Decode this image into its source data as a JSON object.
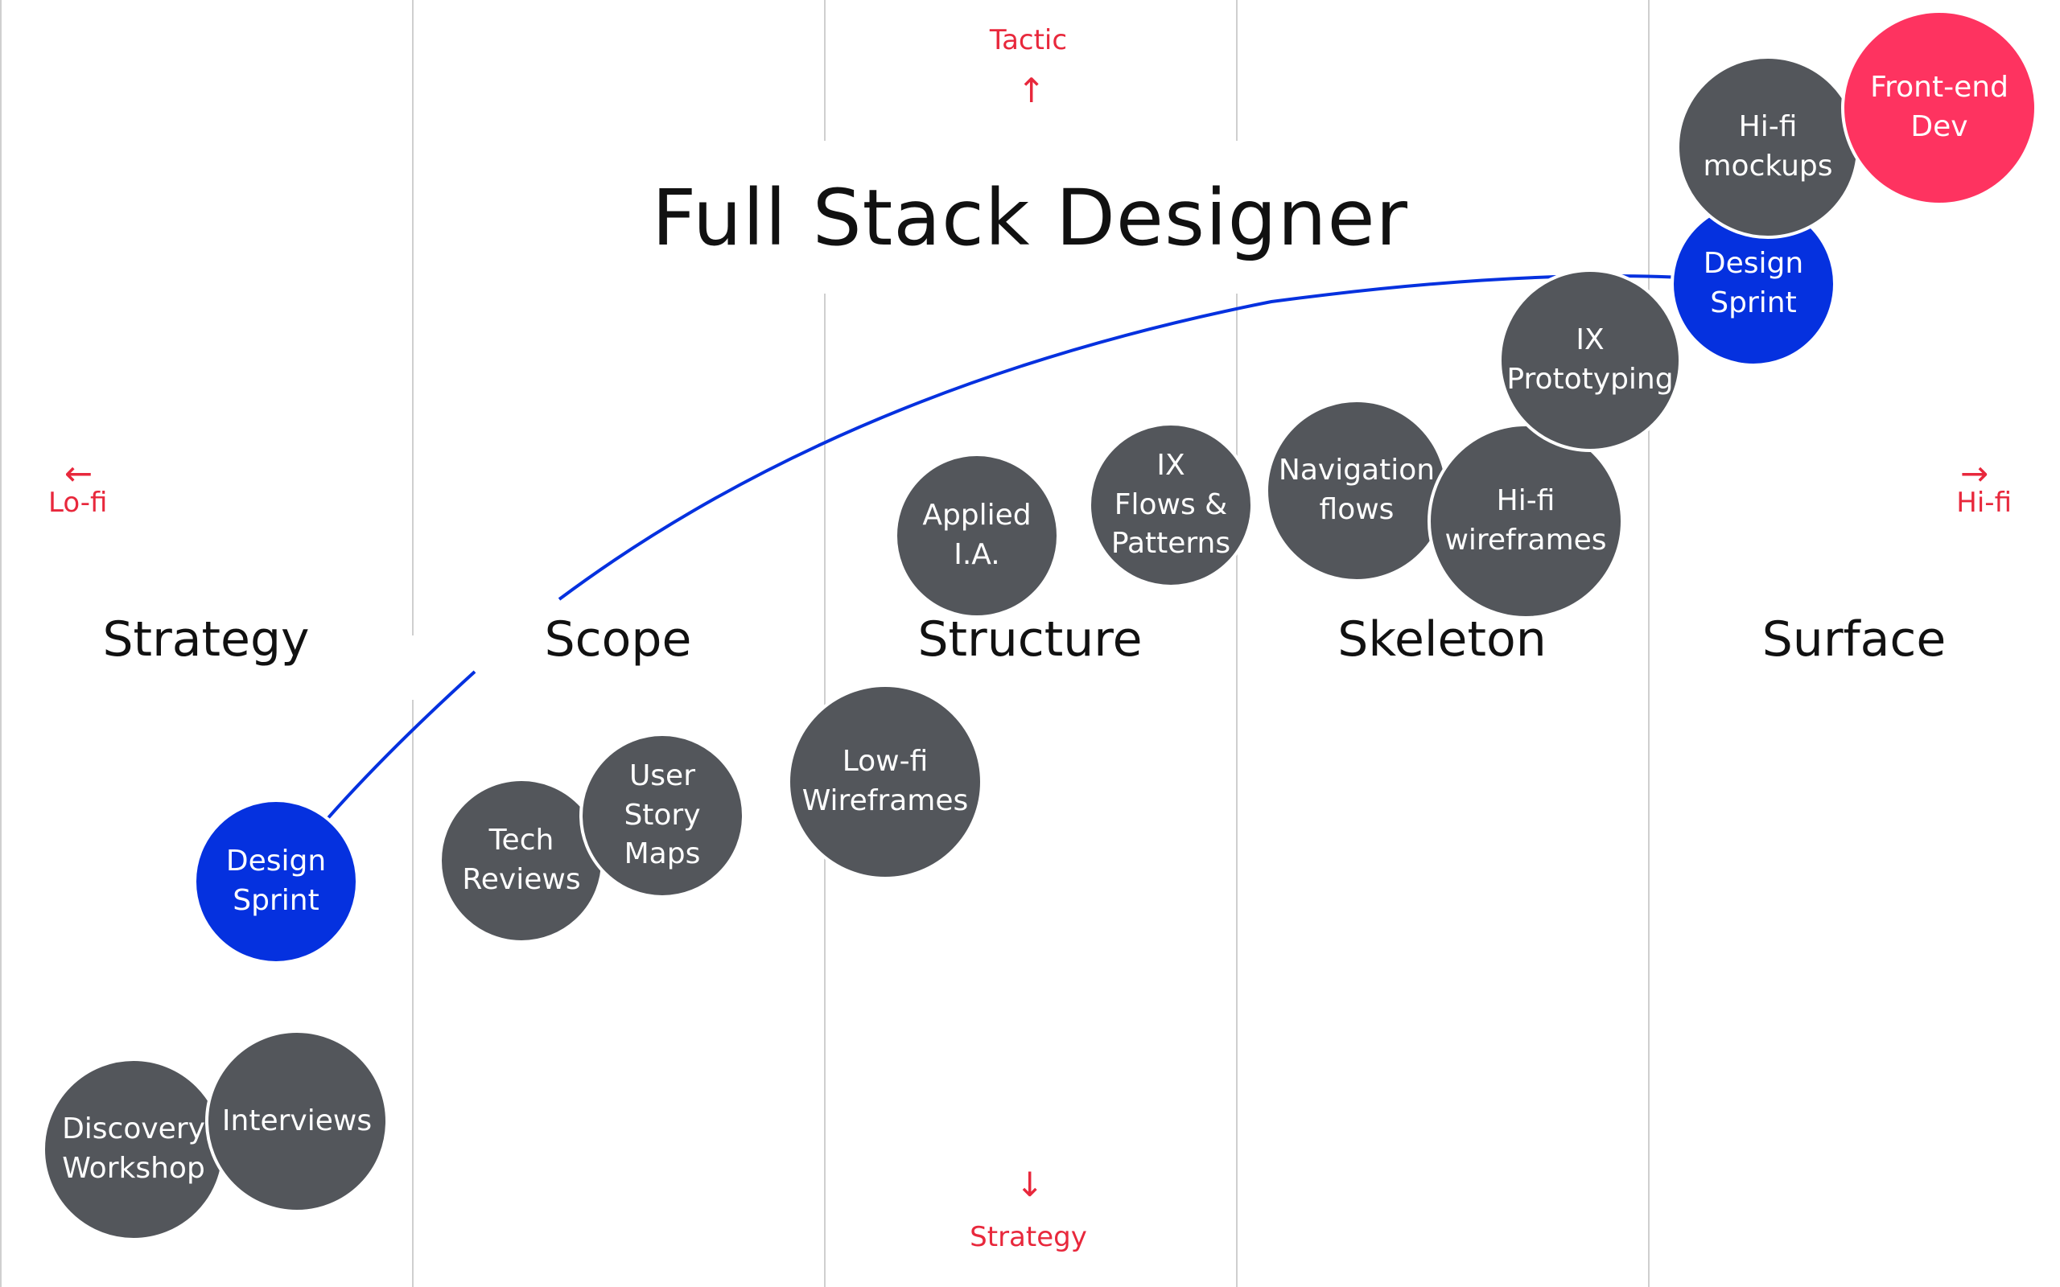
{
  "title": "Full Stack Designer",
  "axis": {
    "top": "Tactic",
    "bottom": "Strategy",
    "left": "Lo-fi",
    "right": "Hi-fi"
  },
  "columns": [
    "Strategy",
    "Scope",
    "Structure",
    "Skeleton",
    "Surface"
  ],
  "bubbles": {
    "design_sprint_start": "Design\nSprint",
    "discovery_workshop": "Discovery\nWorkshop",
    "interviews": "Interviews",
    "tech_reviews": "Tech\nReviews",
    "user_story_maps": "User\nStory\nMaps",
    "lowfi_wireframes": "Low-fi\nWireframes",
    "applied_ia": "Applied\nI.A.",
    "ix_flows_patterns": "IX\nFlows &\nPatterns",
    "navigation_flows": "Navigation\nflows",
    "hifi_wireframes": "Hi-fi\nwireframes",
    "ix_prototyping": "IX\nPrototyping",
    "design_sprint_end": "Design\nSprint",
    "hifi_mockups": "Hi-fi\nmockups",
    "frontend_dev": "Front-end\nDev"
  },
  "colors": {
    "bubble_gray": "#53565b",
    "design_sprint_blue": "#0531df",
    "frontend_red": "#fe3360",
    "axis_red": "#e8283c",
    "divider_gray": "#cfcfcf"
  }
}
